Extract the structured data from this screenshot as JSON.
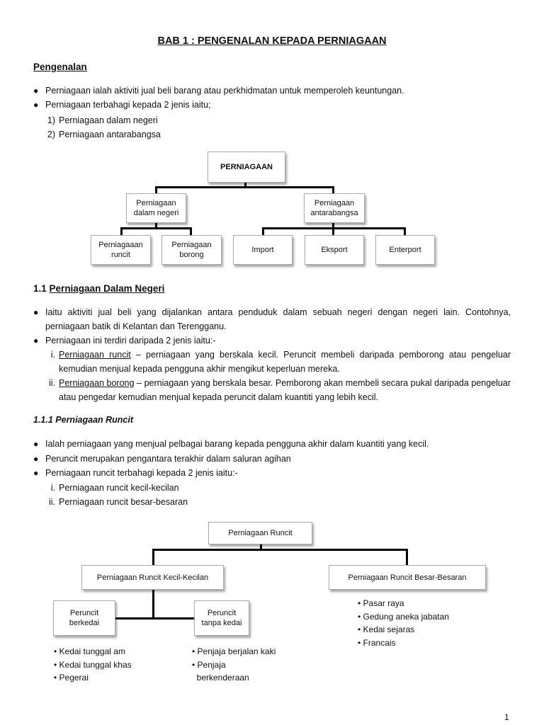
{
  "title": "BAB 1 : PENGENALAN KEPADA PERNIAGAAN",
  "intro": {
    "heading": "Pengenalan",
    "bullets": [
      "Perniagaan ialah aktiviti jual beli barang atau perkhidmatan untuk memperoleh keuntungan.",
      "Perniagaan terbahagi kepada 2 jenis iaitu;"
    ],
    "numbered": [
      "1)",
      "2)"
    ],
    "numbered_items": [
      "Perniagaan dalam negeri",
      "Perniagaan antarabangsa"
    ]
  },
  "diagram1": {
    "root": "PERNIAGAAN",
    "left": "Perniagaan\ndalam negeri",
    "right": "Perniagaan\nantarabangsa",
    "left_children": [
      "Perniagaaan\nruncit",
      "Perniagaan\nborong"
    ],
    "right_children": [
      "Import",
      "Eksport",
      "Enterport"
    ]
  },
  "section11": {
    "number": "1.1",
    "heading": "Perniagaan Dalam Negeri",
    "b1": "Iaitu aktiviti jual beli yang dijalankan antara penduduk dalam sebuah negeri dengan negeri lain. Contohnya, perniagaan batik di Kelantan dan Terengganu.",
    "b2": "Perniagaan ini terdiri daripada 2 jenis iaitu:-",
    "roman": [
      "i.",
      "ii."
    ],
    "item1_term": "Perniagaan runcit",
    "item1_text": " – perniagaan yang berskala kecil. Peruncit membeli daripada pemborong atau pengeluar kemudian menjual kepada pengguna akhir mengikut keperluan mereka.",
    "item2_term": "Perniagaan borong",
    "item2_text": " – perniagaan yang berskala besar. Pemborong akan membeli secara pukal daripada pengeluar atau pengedar kemudian menjual kepada peruncit dalam kuantiti yang lebih kecil."
  },
  "section111": {
    "heading": "1.1.1 Perniagaan Runcit",
    "bullets": [
      "Ialah perniagaan yang menjual pelbagai barang kepada pengguna akhir dalam kuantiti yang kecil.",
      "Peruncit merupakan pengantara terakhir dalam saluran agihan",
      "Perniagaan runcit terbahagi kepada 2 jenis iaitu:-"
    ],
    "roman": [
      "i.",
      "ii."
    ],
    "roman_items": [
      "Perniagaan runcit kecil-kecilan",
      "Perniagaan runcit besar-besaran"
    ]
  },
  "diagram2": {
    "root": "Perniagaan Runcit",
    "left": "Perniagaan Runcit Kecil-Kecilan",
    "right": "Perniagaan Runcit Besar-Besaran",
    "left_children": [
      "Peruncit\nberkedai",
      "Peruncit\ntanpa kedai"
    ],
    "list_berkedai": [
      "• Kedai tunggal am",
      "• Kedai tunggal khas",
      "• Pegerai"
    ],
    "list_tanpa_kedai": [
      "• Penjaja berjalan kaki",
      "• Penjaja",
      "  berkenderaan"
    ],
    "list_besar": [
      "• Pasar raya",
      "• Gedung aneka jabatan",
      "• Kedai sejaras",
      "• Francais"
    ]
  },
  "page_number": "1"
}
